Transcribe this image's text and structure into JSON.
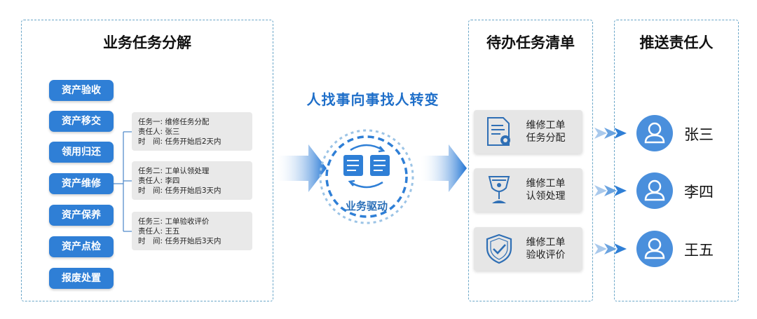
{
  "left_panel": {
    "title": "业务任务分解",
    "tags": [
      "资产验收",
      "资产移交",
      "领用归还",
      "资产维修",
      "资产保养",
      "资产点检",
      "报废处置"
    ],
    "tasks": [
      {
        "line1": "任务一: 维修任务分配",
        "line2": "责任人: 张三",
        "line3": "时　间: 任务开始后2天内"
      },
      {
        "line1": "任务二: 工单认领处理",
        "line2": "责任人: 李四",
        "line3": "时　间: 任务开始后3天内"
      },
      {
        "line1": "任务三: 工单验收评价",
        "line2": "责任人: 王五",
        "line3": "时　间: 任务开始后3天内"
      }
    ]
  },
  "center": {
    "title": "人找事向事找人转变",
    "drive_label": "业务驱动"
  },
  "todo_panel": {
    "title": "待办任务清单",
    "items": [
      {
        "line1": "维修工单",
        "line2": "任务分配",
        "icon": "document-certificate-icon"
      },
      {
        "line1": "维修工单",
        "line2": "认领处理",
        "icon": "trophy-cup-icon"
      },
      {
        "line1": "维修工单",
        "line2": "验收评价",
        "icon": "shield-check-icon"
      }
    ]
  },
  "push_panel": {
    "title": "推送责任人",
    "people": [
      "张三",
      "李四",
      "王五"
    ]
  },
  "colors": {
    "accent": "#2f7fd6",
    "dashed_border": "#6aa6c8",
    "card_bg": "#e9e9e9",
    "center_title": "#1f6fc9"
  }
}
